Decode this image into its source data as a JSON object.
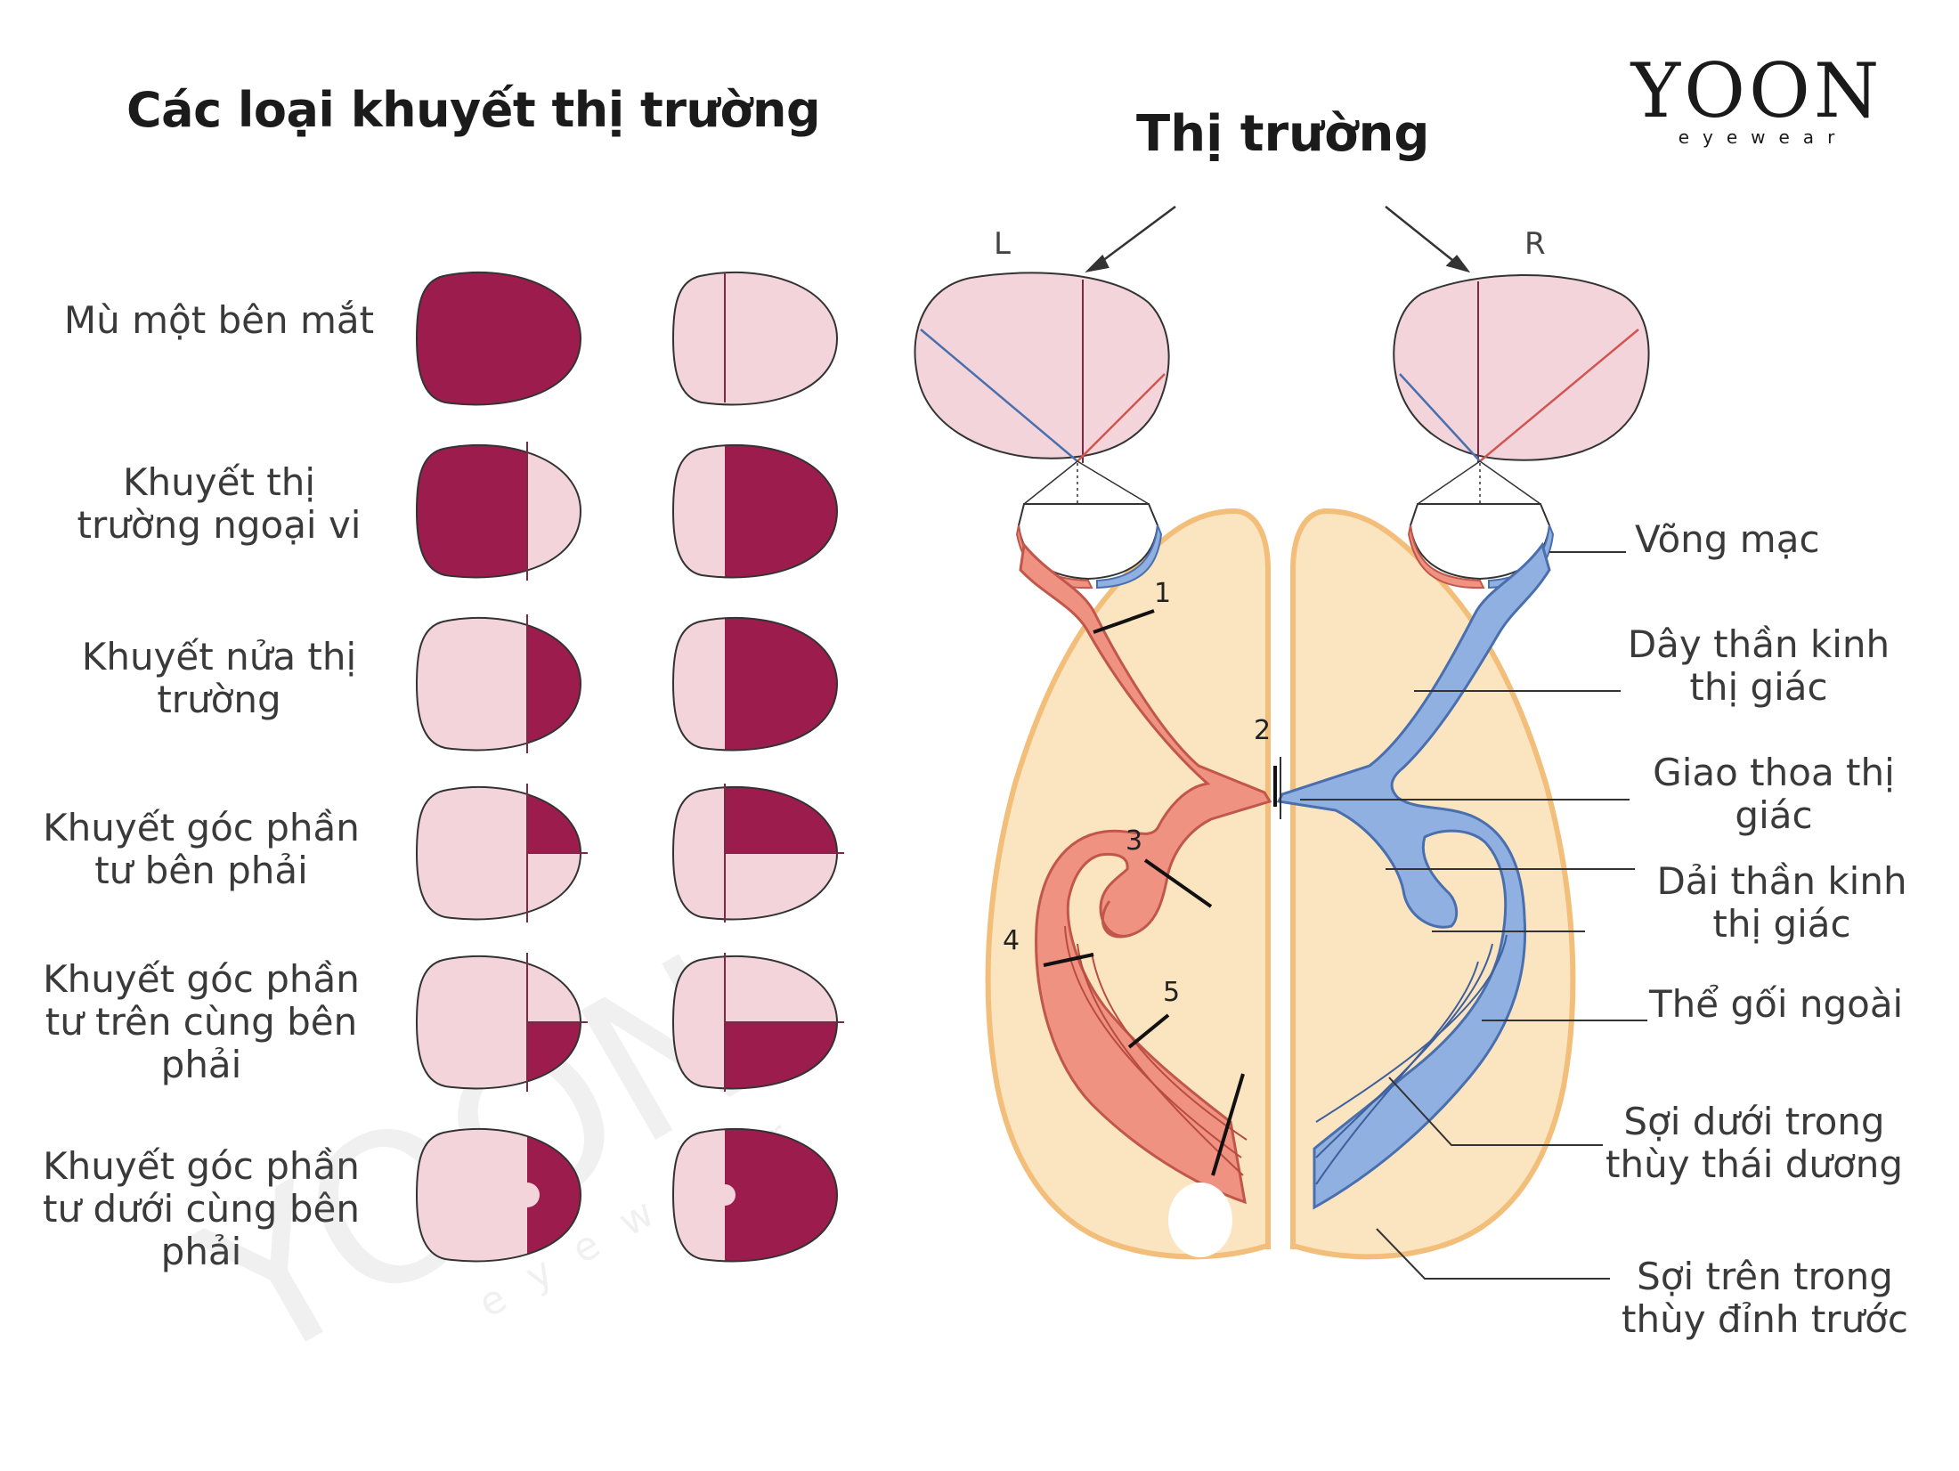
{
  "titles": {
    "left": "Các loại khuyết thị trường",
    "right": "Thị trường"
  },
  "logo": {
    "main": "YOON",
    "sub": "eyewear"
  },
  "eye_labels": {
    "left": "L",
    "right": "R"
  },
  "defect_rows": [
    {
      "label": "Mù một bên mắt"
    },
    {
      "label": "Khuyết thị trường ngoại vi"
    },
    {
      "label": "Khuyết nửa thị trường"
    },
    {
      "label": "Khuyết góc phần tư bên phải"
    },
    {
      "label": "Khuyết góc phần tư trên cùng bên phải"
    },
    {
      "label": "Khuyết góc phần tư dưới cùng bên phải"
    }
  ],
  "anatomy_labels": {
    "retina": "Võng mạc",
    "optic_nerve": "Dây thần kinh thị giác",
    "optic_chiasm": "Giao thoa thị giác",
    "optic_tract": "Dải thần kinh thị giác",
    "lgn": "Thể gối ngoài",
    "temporal_fibers": "Sợi dưới trong thùy thái dương",
    "parietal_fibers": "Sợi trên trong thùy đỉnh trước"
  },
  "lesion_numbers": [
    "1",
    "2",
    "3",
    "4",
    "5"
  ],
  "colors": {
    "defect": "#9c1c4e",
    "field": "#f2d4da",
    "brain": "#fbe4c0",
    "brain_edge": "#f2be7a",
    "left_pathway": "#ef9282",
    "right_pathway": "#8fb0e0",
    "blue_line": "#4a6fae",
    "red_line": "#d0564e"
  }
}
